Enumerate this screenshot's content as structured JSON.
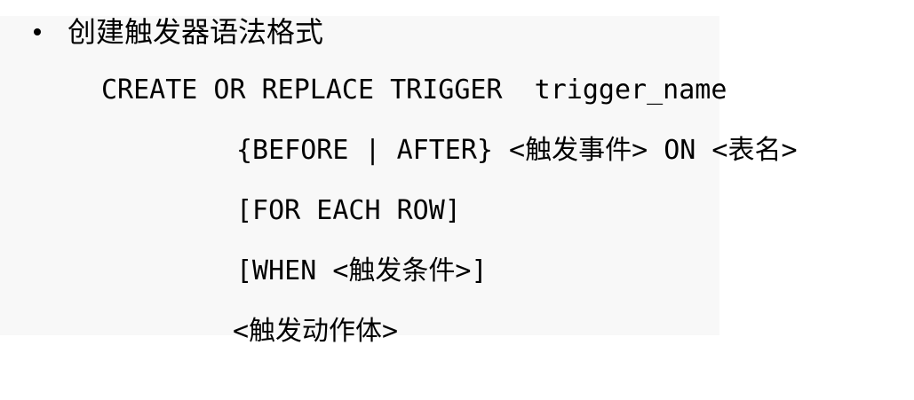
{
  "heading": {
    "bullet": "•",
    "text": "创建触发器语法格式"
  },
  "syntax": {
    "line1": "CREATE OR REPLACE TRIGGER  trigger_name",
    "line2": "{BEFORE | AFTER} <触发事件> ON <表名>",
    "line3": "[FOR EACH ROW]",
    "line4": "[WHEN <触发条件>]",
    "line5": "<触发动作体>"
  }
}
